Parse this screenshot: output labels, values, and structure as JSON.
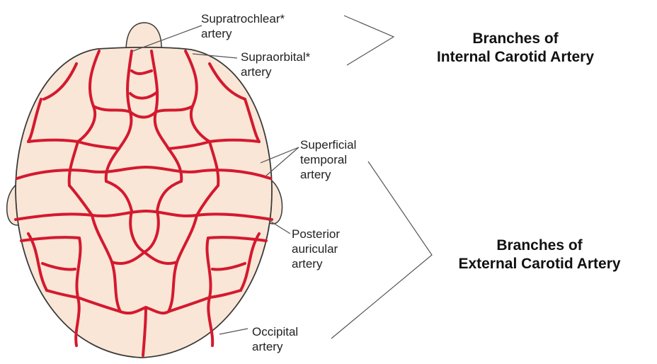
{
  "colors": {
    "skin": "#f9e6d6",
    "outline": "#3a3a3a",
    "artery": "#d4192f",
    "text": "#222222",
    "heading": "#111111",
    "leader": "#555555"
  },
  "labels": {
    "supratrochlear": {
      "line1": "Supratrochlear*",
      "line2": "artery"
    },
    "supraorbital": {
      "line1": "Supraorbital*",
      "line2": "artery"
    },
    "superficial_temporal": {
      "line1": "Superficial",
      "line2": "temporal",
      "line3": "artery"
    },
    "posterior_auricular": {
      "line1": "Posterior",
      "line2": "auricular",
      "line3": "artery"
    },
    "occipital": {
      "line1": "Occipital",
      "line2": "artery"
    }
  },
  "groups": {
    "internal": {
      "line1": "Branches of",
      "line2": "Internal Carotid Artery"
    },
    "external": {
      "line1": "Branches of",
      "line2": "External Carotid Artery"
    }
  }
}
